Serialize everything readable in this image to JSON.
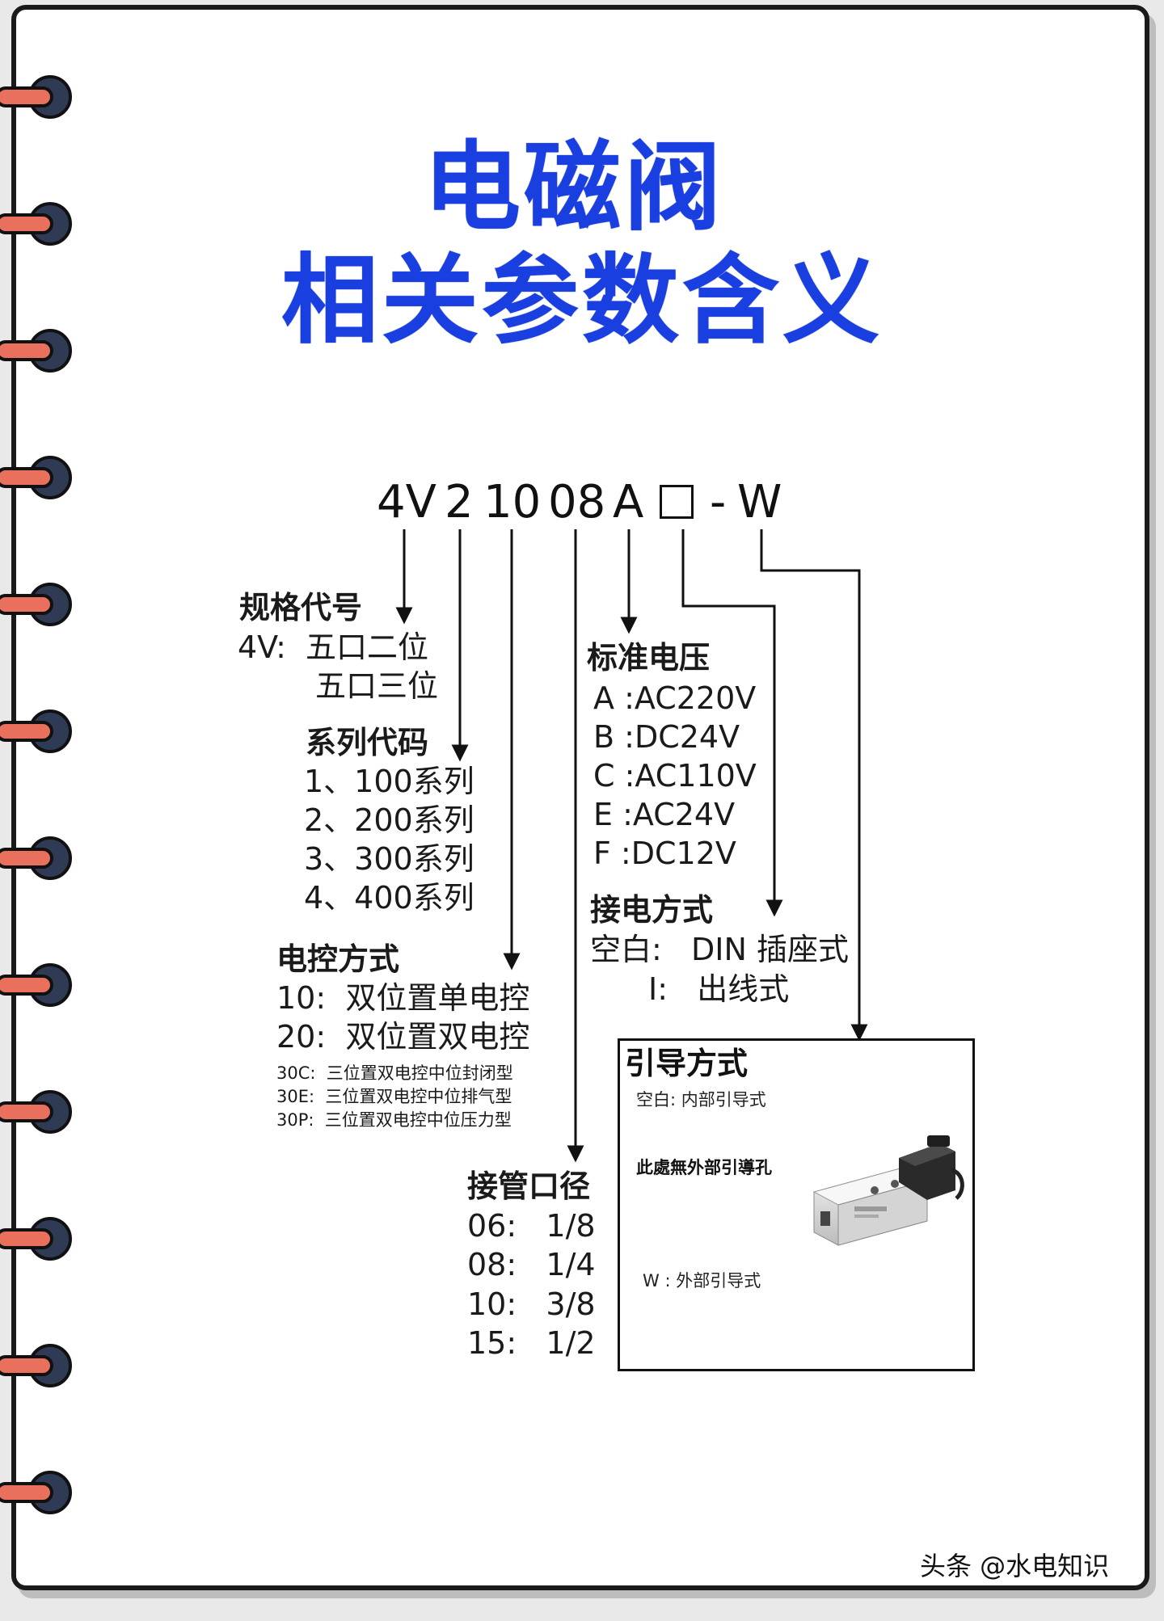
{
  "title": {
    "line1": "电磁阀",
    "line2": "相关参数含义"
  },
  "model_code": {
    "parts": [
      "4V",
      "2",
      "10",
      "08",
      "A",
      "-",
      "W"
    ]
  },
  "spec": {
    "label": "规格代号",
    "line1": "4V:  五口二位",
    "line2": "五口三位"
  },
  "series": {
    "label": "系列代码",
    "items": [
      "1、100系列",
      "2、200系列",
      "3、300系列",
      "4、400系列"
    ]
  },
  "control": {
    "label": "电控方式",
    "items": [
      "10:  双位置单电控",
      "20:  双位置双电控"
    ],
    "small_items": [
      "30C:  三位置双电控中位封闭型",
      "30E:  三位置双电控中位排气型",
      "30P:  三位置双电控中位压力型"
    ]
  },
  "port": {
    "label": "接管口径",
    "items": [
      "06:   1/8",
      "08:   1/4",
      "10:   3/8",
      "15:   1/2"
    ]
  },
  "voltage": {
    "label": "标准电压",
    "items": [
      "A :AC220V",
      "B :DC24V",
      "C :AC110V",
      "E :AC24V",
      "F :DC12V"
    ]
  },
  "wiring": {
    "label": "接电方式",
    "line1": "空白:   DIN 插座式",
    "line2": "I:   出线式"
  },
  "pilot": {
    "label": "引导方式",
    "line1": "空白:  内部引导式",
    "line2": "此處無外部引導孔",
    "line3": "W :   外部引导式"
  },
  "footer": {
    "text": "头条 @水电知识"
  },
  "colors": {
    "title": "#1a3fe0",
    "ring": "#e8705c",
    "ring_hole": "#2f3a55"
  }
}
